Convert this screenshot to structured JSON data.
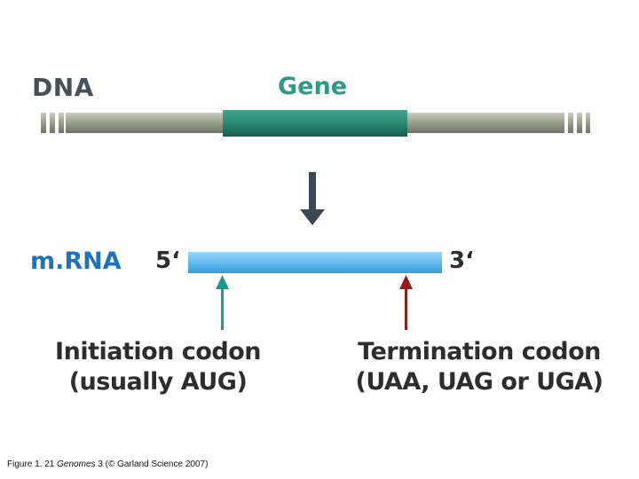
{
  "labels": {
    "dna": "DNA",
    "gene": "Gene",
    "mrna": "m.RNA",
    "five_prime": "5‘",
    "three_prime": "3‘"
  },
  "initiation": {
    "line1": "Initiation codon",
    "line2": "(usually AUG)"
  },
  "termination": {
    "line1": "Termination codon",
    "line2": "(UAA, UAG or UGA)"
  },
  "caption": {
    "figure": "Figure 1. 21 ",
    "book": "Genomes",
    "rest": " 3 (© Garland Science 2007)"
  },
  "colors": {
    "dna_strand": "#9fa394",
    "gene_region": "#2a8a73",
    "mrna": "#6cc0ee",
    "initiation_arrow": "#1b9a8a",
    "termination_arrow": "#9a1a1a",
    "transcription_arrow": "#3d4852"
  }
}
